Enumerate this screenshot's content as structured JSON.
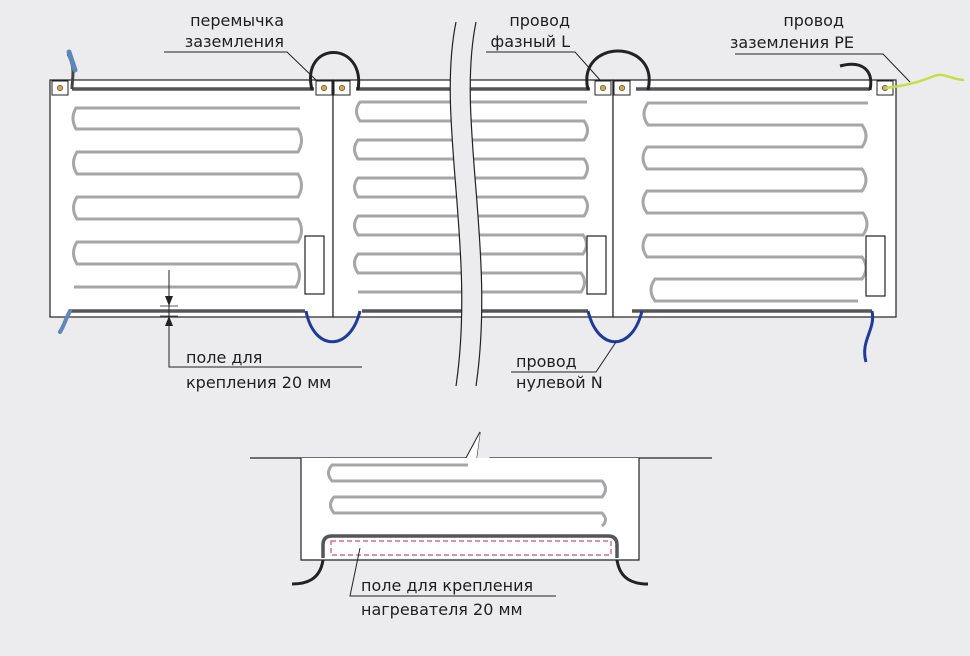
{
  "labels": {
    "jumper_line1": "перемычка",
    "jumper_line2": "заземления",
    "phase_line1": "провод",
    "phase_line2": "фазный L",
    "pe_line1": "провод",
    "pe_line2": "заземления PE",
    "field_line1": "поле для",
    "field_line2": "крепления 20 мм",
    "neutral_line1": "провод",
    "neutral_line2": "нулевой N",
    "detail_line1": "поле для крепления",
    "detail_line2": "нагревателя 20 мм"
  },
  "colors": {
    "background": "#ececef",
    "panel_fill": "#ffffff",
    "outline": "#222222",
    "heating_cable": "#a6a6a9",
    "ground_wire": "#555559",
    "phase_wire": "#1e1e1e",
    "neutral_wire": "#1f3a9a",
    "pe_wire": "#c6dd44",
    "terminal": "#d8a84a",
    "fixing_zone": "#d04a7a"
  },
  "icons": {
    "terminal": "screw-terminal-icon",
    "dimension_arrow": "dimension-arrow-icon"
  }
}
